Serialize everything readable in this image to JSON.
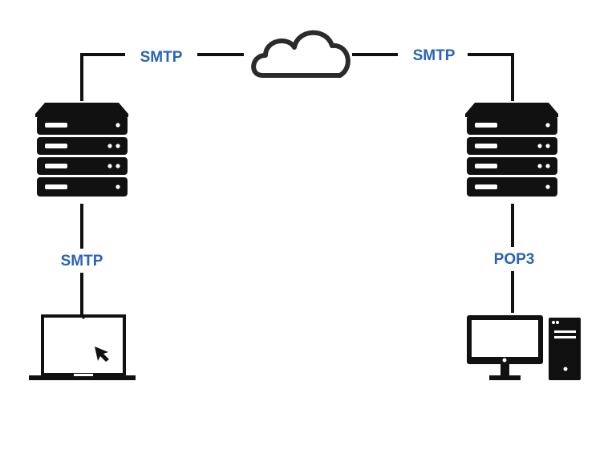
{
  "colors": {
    "label": "#2a63b8",
    "line": "#111111",
    "icon": "#111111",
    "background": "#ffffff"
  },
  "icons": {
    "cloud": "cloud-icon",
    "sender_server": "server-rack-icon",
    "receiver_server": "server-rack-icon",
    "sender_client": "laptop-icon",
    "receiver_client": "desktop-computer-icon",
    "cursor": "mouse-cursor-icon"
  },
  "labels": {
    "top_left": "SMTP",
    "top_right": "SMTP",
    "bottom_left": "SMTP",
    "bottom_right": "POP3"
  }
}
